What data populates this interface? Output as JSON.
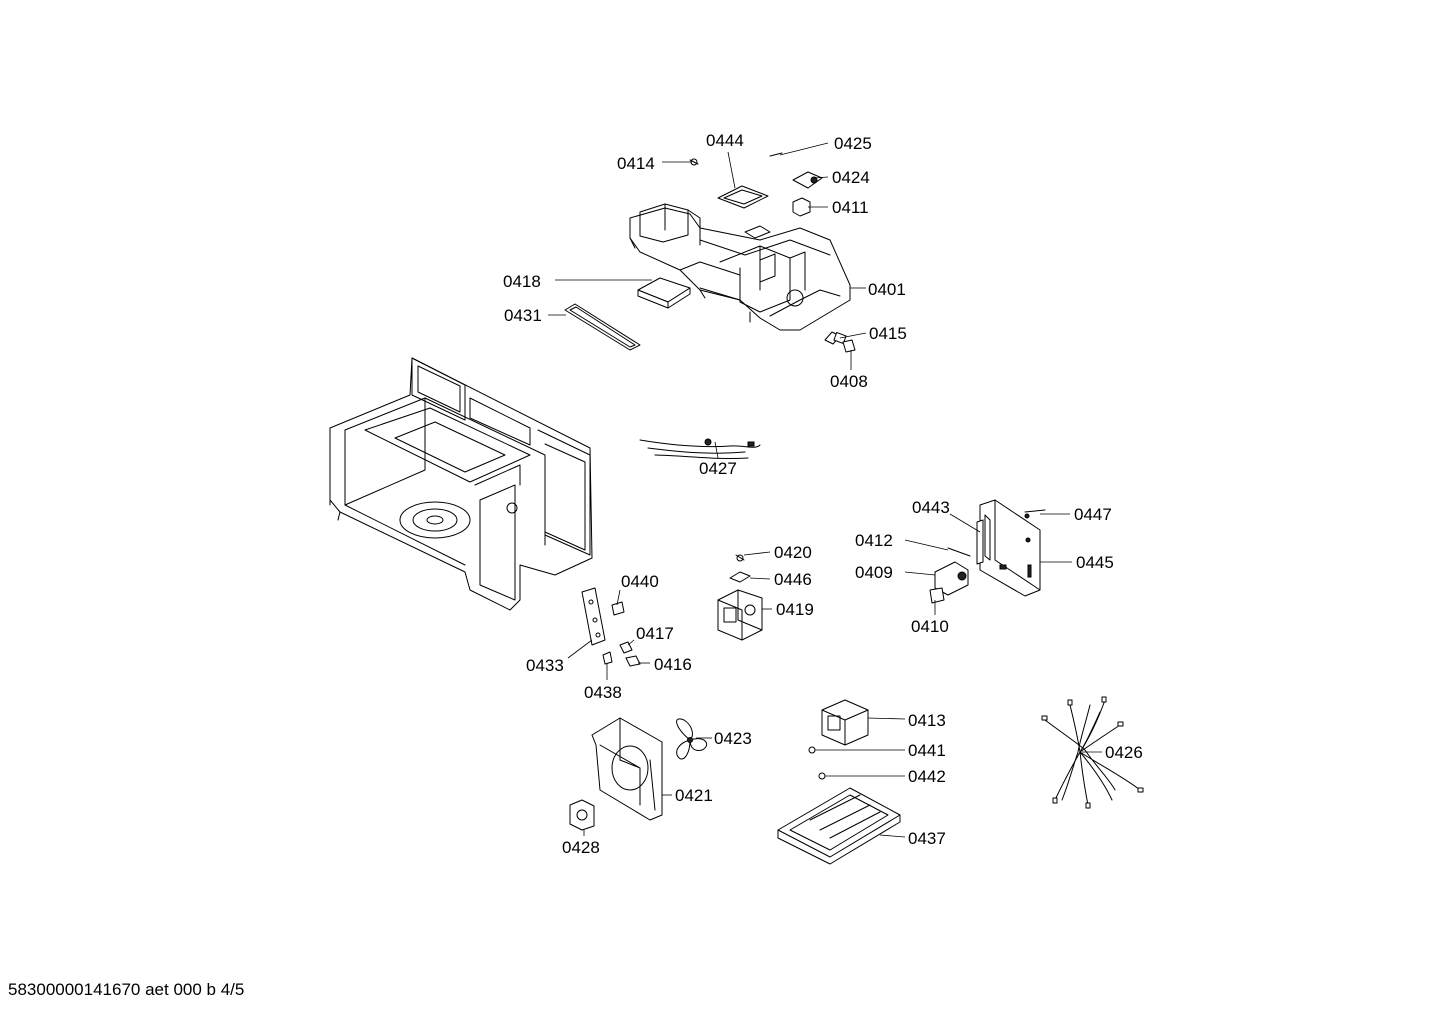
{
  "labels": {
    "p0444": "0444",
    "p0425": "0425",
    "p0414": "0414",
    "p0424": "0424",
    "p0411": "0411",
    "p0418": "0418",
    "p0401": "0401",
    "p0431": "0431",
    "p0415": "0415",
    "p0408": "0408",
    "p0427": "0427",
    "p0443": "0443",
    "p0447": "0447",
    "p0412": "0412",
    "p0445": "0445",
    "p0409": "0409",
    "p0410": "0410",
    "p0420": "0420",
    "p0446": "0446",
    "p0419": "0419",
    "p0440": "0440",
    "p0417": "0417",
    "p0433": "0433",
    "p0416": "0416",
    "p0438": "0438",
    "p0413": "0413",
    "p0441": "0441",
    "p0442": "0442",
    "p0426": "0426",
    "p0437": "0437",
    "p0423": "0423",
    "p0421": "0421",
    "p0428": "0428"
  },
  "footer": {
    "document_id": "58300000141670 aet 000 b 4/5"
  }
}
